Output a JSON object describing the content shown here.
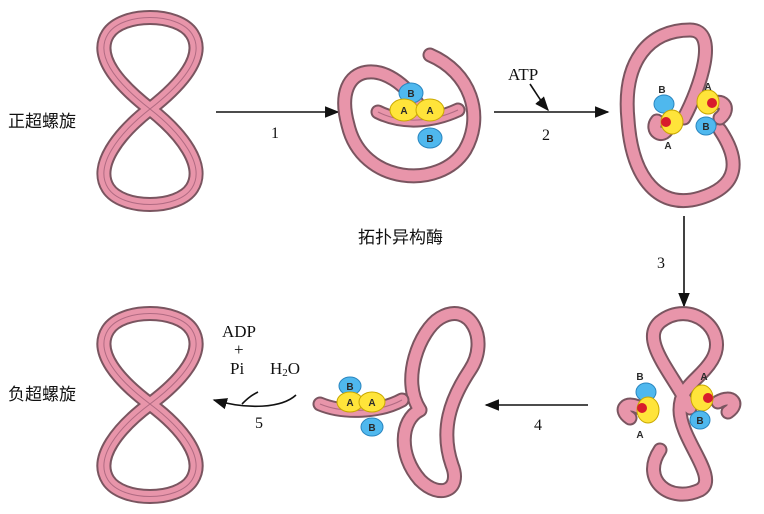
{
  "labels": {
    "positive_supercoil": "正超螺旋",
    "negative_supercoil": "负超螺旋",
    "topoisomerase": "拓扑异构酶",
    "atp": "ATP",
    "adp": "ADP",
    "plus": "+",
    "pi": "Pi",
    "water_h": "H",
    "water_2": "2",
    "water_o": "O"
  },
  "steps": [
    "1",
    "2",
    "3",
    "4",
    "5"
  ],
  "subunits": {
    "a": "A",
    "b": "B"
  },
  "colors": {
    "dna_ribbon": "#e895aa",
    "dna_ribbon_back": "#f3f0f2",
    "subunit_a": "#ffe43a",
    "subunit_b": "#4fb8ee",
    "bound_dna_end": "#d81c2c"
  }
}
